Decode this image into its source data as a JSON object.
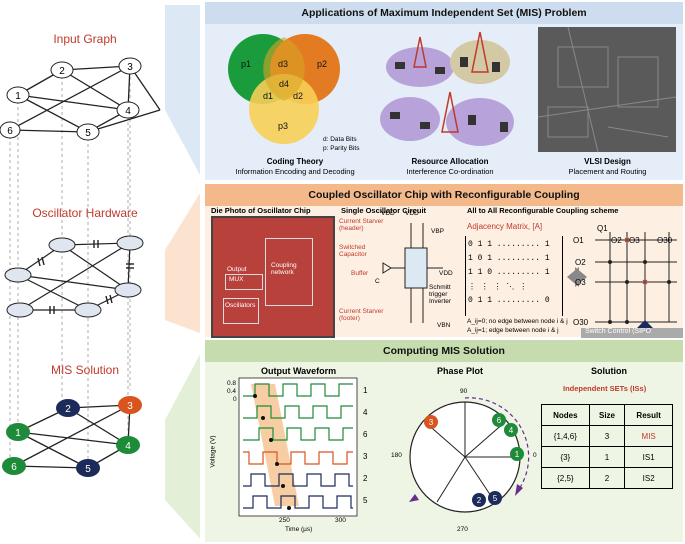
{
  "left": {
    "titles": [
      "Input Graph",
      "Oscillator Hardware",
      "MIS Solution"
    ],
    "nodes": [
      "1",
      "2",
      "3",
      "4",
      "5",
      "6"
    ]
  },
  "top": {
    "banner": "Applications of Maximum Independent Set (MIS) Problem",
    "venn": [
      "p1",
      "p2",
      "p3",
      "d1",
      "d2",
      "d3",
      "d4"
    ],
    "legend": [
      "d: Data Bits",
      "p: Parity Bits"
    ],
    "items": [
      {
        "title": "Coding Theory",
        "subtitle": "Information Encoding and Decoding"
      },
      {
        "title": "Resource Allocation",
        "subtitle": "Interference Co-ordination"
      },
      {
        "title": "VLSI Design",
        "subtitle": "Placement and Routing"
      }
    ]
  },
  "middle": {
    "banner": "Coupled Oscillator Chip with Reconfigurable Coupling",
    "die_title": "Die Photo of Oscillator Chip",
    "die_labels": [
      "Output",
      "MUX",
      "Coupling network",
      "Oscillators"
    ],
    "circuit_title": "Single Oscillator Circuit",
    "circuit_labels": [
      "Current Starver (header)",
      "Switched Capacitor",
      "Buffer",
      "Current Starver (footer)",
      "Schmitt trigger Inverter",
      "VDD",
      "VDD",
      "VBP",
      "VBN",
      "C",
      "VDD"
    ],
    "adj_title": "Adjacency Matrix, [A]",
    "adj_rows": [
      "0  1  1 ......... 1",
      "1  0  1 ......... 1",
      "1  1  0 ......... 1",
      "⋮  ⋮  ⋮ ⋱  ⋮",
      "0  1  1 ......... 0"
    ],
    "adj_notes": [
      "A_ij=0; no edge between node i & j",
      "A_ij=1; edge between node i & j"
    ],
    "a2a_title": "All to All Reconfigurable Coupling scheme",
    "osc_labels": [
      "Q1",
      "O1",
      "O2",
      "O3",
      "O30",
      "O2",
      "O3",
      "O30"
    ],
    "switch": "Switch Control (SIPO"
  },
  "bottom": {
    "banner": "Computing MIS Solution",
    "wave_title": "Output Waveform",
    "wave_ylabel": "Voltage (V)",
    "wave_xlabel": "Time (µs)",
    "wave_xticks": [
      "250",
      "300"
    ],
    "wave_yticks": [
      "0.8",
      "0.4",
      "0"
    ],
    "wave_order": [
      "1",
      "4",
      "6",
      "3",
      "2",
      "5"
    ],
    "phase_title": "Phase Plot",
    "phase_angles": [
      "90",
      "180",
      "270",
      "0"
    ],
    "solution_title": "Solution",
    "iss_title": "Independent SETs (ISs)",
    "table_headers": [
      "Nodes",
      "Size",
      "Result"
    ],
    "table_rows": [
      [
        "{1,4,6}",
        "3",
        "MIS"
      ],
      [
        "{3}",
        "1",
        "IS1"
      ],
      [
        "{2,5}",
        "2",
        "IS2"
      ]
    ]
  },
  "colors": {
    "mis": "#c0392b",
    "green": "#1e8b3a",
    "navy": "#1c2b5a",
    "orange": "#d9541e"
  }
}
